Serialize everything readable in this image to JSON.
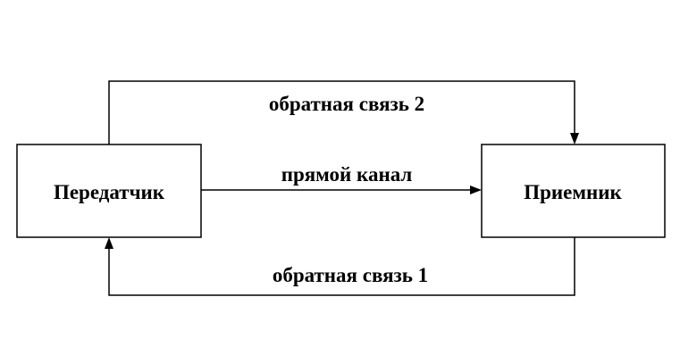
{
  "nodes": {
    "transmitter": {
      "label": "Передатчик"
    },
    "receiver": {
      "label": "Приемник"
    }
  },
  "edges": {
    "forward": {
      "label": "прямой канал"
    },
    "feedback_2": {
      "label": "обратная связь 2"
    },
    "feedback_1": {
      "label": "обратная связь 1"
    }
  }
}
